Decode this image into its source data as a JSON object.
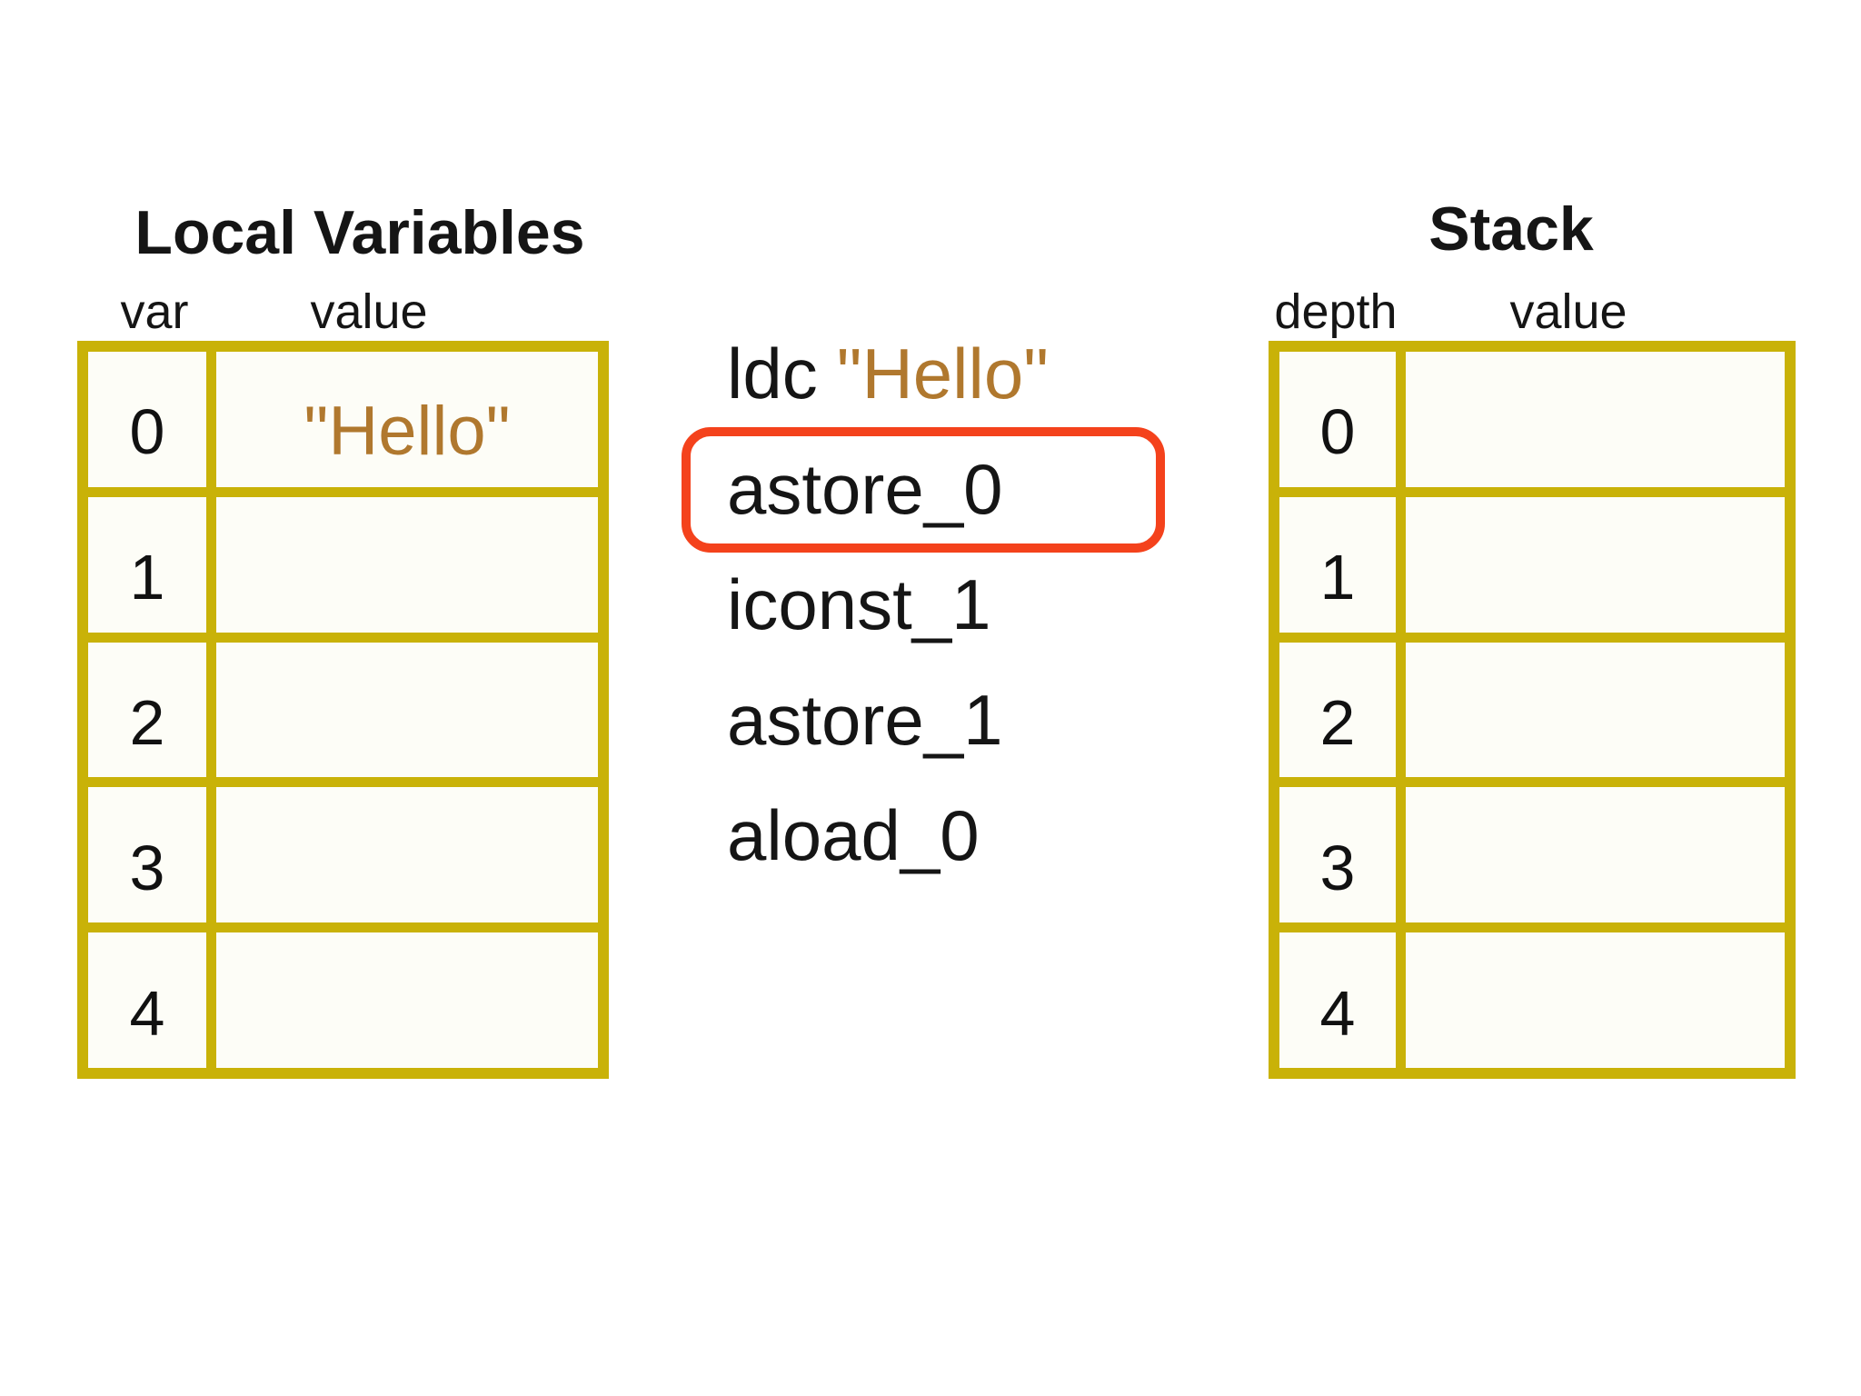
{
  "local_table": {
    "title": "Local Variables",
    "headers": [
      "var",
      "value"
    ],
    "rows": [
      {
        "var": "0",
        "value": "\"Hello\""
      },
      {
        "var": "1",
        "value": ""
      },
      {
        "var": "2",
        "value": ""
      },
      {
        "var": "3",
        "value": ""
      },
      {
        "var": "4",
        "value": ""
      }
    ]
  },
  "stack_table": {
    "title": "Stack",
    "headers": [
      "depth",
      "value"
    ],
    "rows": [
      {
        "depth": "0",
        "value": ""
      },
      {
        "depth": "1",
        "value": ""
      },
      {
        "depth": "2",
        "value": ""
      },
      {
        "depth": "3",
        "value": ""
      },
      {
        "depth": "4",
        "value": ""
      }
    ]
  },
  "code": {
    "lines": [
      {
        "op": "ldc",
        "arg": "\"Hello\""
      },
      {
        "op": "astore_0",
        "arg": ""
      },
      {
        "op": "iconst_1",
        "arg": ""
      },
      {
        "op": "astore_1",
        "arg": ""
      },
      {
        "op": "aload_0",
        "arg": ""
      }
    ],
    "highlighted_line": "astore_0"
  },
  "colors": {
    "table_border": "#C9B208",
    "cell_fill": "#FDFDF7",
    "highlight_ring": "#F4421C",
    "string_literal": "#B0782E",
    "text": "#151515",
    "background": "#FFFFFF"
  }
}
